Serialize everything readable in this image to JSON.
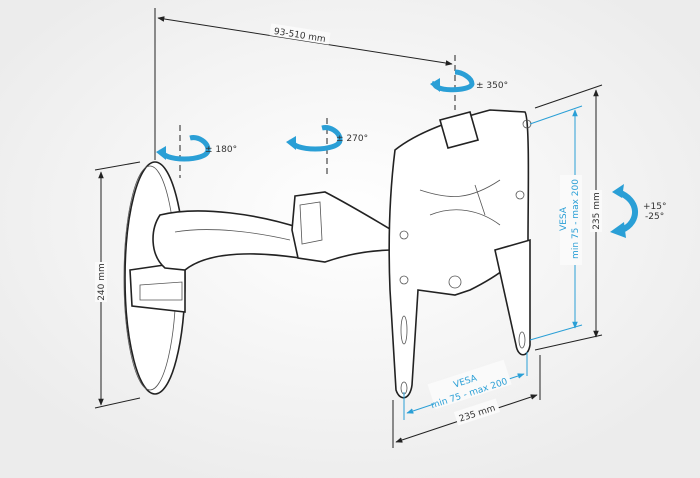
{
  "diagram": {
    "title": "Full-motion TV wall mount dimensions",
    "labels": {
      "arm_extension": "93-510 mm",
      "swivel_top": "± 350°",
      "swivel_middle": "± 270°",
      "swivel_wall": "± 180°",
      "wall_plate_height": "240 mm",
      "plate_height": "235 mm",
      "plate_width": "235 mm",
      "vesa_vertical_title": "VESA",
      "vesa_vertical_range": "min 75 - max 200",
      "vesa_horizontal_title": "VESA",
      "vesa_horizontal_range": "min 75 - max 200",
      "tilt_up": "+15°",
      "tilt_down": "-25°"
    },
    "colors": {
      "accent": "#2a9fd6",
      "line": "#222222",
      "background": "#f2f2f2"
    }
  }
}
